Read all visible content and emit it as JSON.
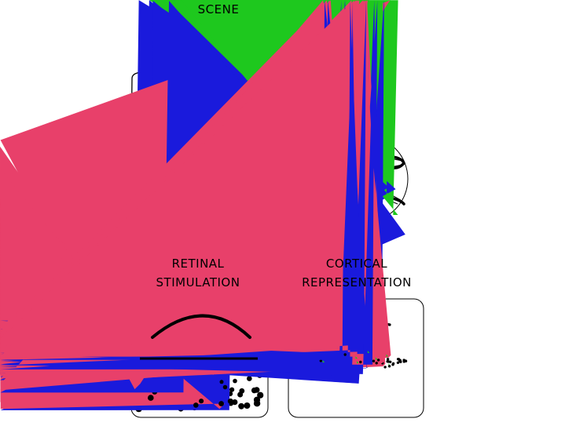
{
  "labels": {
    "scene": "SCENE",
    "retinal": [
      "RETINAL",
      "STIMULATION"
    ],
    "cortical": [
      "CORTICAL",
      "REPRESENTATION"
    ]
  },
  "colors": {
    "stroke": "#000000",
    "red": "#e8406a",
    "green": "#1ec81e",
    "blue": "#1a1adc",
    "dot": "#000000",
    "background": "#ffffff"
  },
  "icons": {
    "eye": "eyeball-with-lens-icon",
    "cone": "red-triangle, green-triangle, blue-triangle",
    "rod": "black-dot"
  }
}
